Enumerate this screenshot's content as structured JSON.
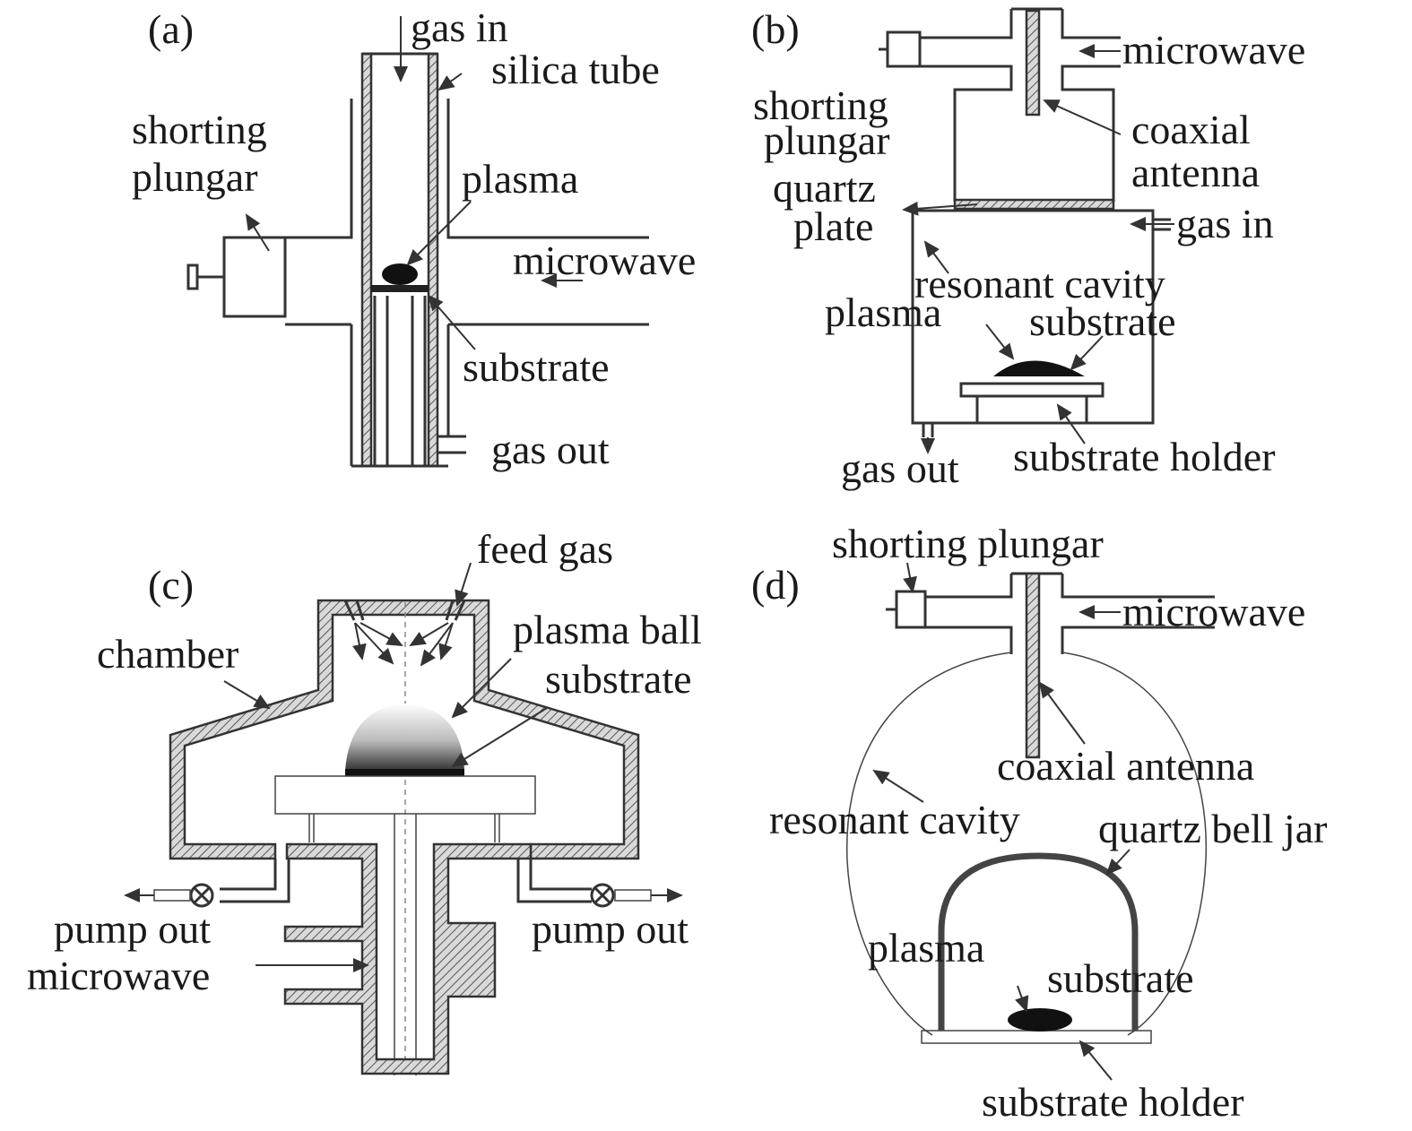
{
  "panels": {
    "a": {
      "tag": "(a)",
      "labels": {
        "gas_in": "gas in",
        "silica_tube": "silica tube",
        "shorting_line1": "shorting",
        "shorting_line2": "plungar",
        "plasma": "plasma",
        "microwave": "microwave",
        "substrate": "substrate",
        "gas_out": "gas out"
      }
    },
    "b": {
      "tag": "(b)",
      "labels": {
        "microwave": "microwave",
        "shorting_line1": "shorting",
        "shorting_line2": "plungar",
        "coaxial_line1": "coaxial",
        "coaxial_line2": "antenna",
        "quartz_line1": "quartz",
        "quartz_line2": "plate",
        "gas_in": "gas in",
        "resonant_cavity": "resonant cavity",
        "plasma": "plasma",
        "substrate": "substrate",
        "gas_out": "gas out",
        "substrate_holder": "substrate holder"
      }
    },
    "c": {
      "tag": "(c)",
      "labels": {
        "feed_gas": "feed gas",
        "chamber": "chamber",
        "plasma_ball": "plasma ball",
        "substrate": "substrate",
        "pump_out_left": "pump out",
        "microwave": "microwave",
        "pump_out_right": "pump out"
      }
    },
    "d": {
      "tag": "(d)",
      "labels": {
        "shorting_plungar": "shorting plungar",
        "microwave": "microwave",
        "coaxial_antenna": "coaxial antenna",
        "resonant_cavity": "resonant cavity",
        "quartz_bell_jar": "quartz bell jar",
        "plasma": "plasma",
        "substrate": "substrate",
        "substrate_holder": "substrate holder"
      }
    }
  },
  "colors": {
    "ink": "#1a1a1a",
    "line": "#333333",
    "background": "#ffffff"
  }
}
